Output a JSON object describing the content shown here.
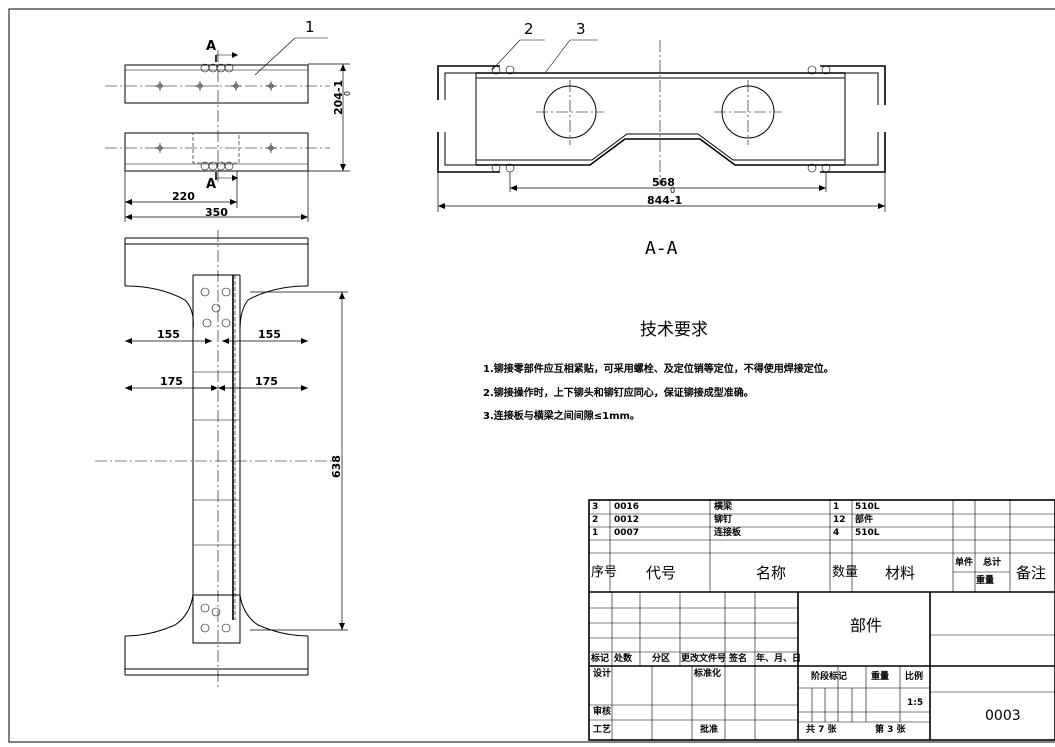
{
  "views": {
    "section_label": "A-A",
    "cut_label": "A"
  },
  "balloons": [
    "1",
    "2",
    "3"
  ],
  "dimensions": {
    "top_height": "204-1",
    "top_height_tol": "0",
    "d220": "220",
    "d350": "350",
    "d155_left": "155",
    "d155_right": "155",
    "d175_left": "175",
    "d175_right": "175",
    "d638": "638",
    "d568": "568",
    "d844": "844-1",
    "d844_tol": "0"
  },
  "requirements": {
    "title": "技术要求",
    "items": [
      "1.铆接零部件应互相紧贴，可采用螺栓、及定位销等定位，不得使用焊接定位。",
      "2.铆接操作时，上下铆头和铆钉应同心，保证铆接成型准确。",
      "3.连接板与横梁之间间隙≤1mm。"
    ]
  },
  "parts_list": {
    "rows": [
      {
        "no": "3",
        "code": "0016",
        "name": "横梁",
        "qty": "1",
        "material": "510L"
      },
      {
        "no": "2",
        "code": "0012",
        "name": "铆钉",
        "qty": "12",
        "material": "部件"
      },
      {
        "no": "1",
        "code": "0007",
        "name": "连接板",
        "qty": "4",
        "material": "510L"
      }
    ],
    "headers": {
      "no": "序号",
      "code": "代号",
      "name": "名称",
      "qty": "数量",
      "material": "材料",
      "unit": "单件",
      "total": "总计",
      "weight": "重量",
      "remark": "备注"
    }
  },
  "title_block": {
    "part_name": "部件",
    "labels": {
      "mark": "标记",
      "count": "处数",
      "zone": "分区",
      "doc": "更改文件号",
      "sign": "签名",
      "date": "年、月、日",
      "design": "设计",
      "standard": "标准化",
      "review": "审核",
      "process": "工艺",
      "approve": "批准",
      "stage": "阶段标记",
      "weight": "重量",
      "scale": "比例"
    },
    "scale": "1:5",
    "sheets_total_text": "共 7 张",
    "sheet_no_text": "第 3 张",
    "drawing_no": "0003"
  }
}
